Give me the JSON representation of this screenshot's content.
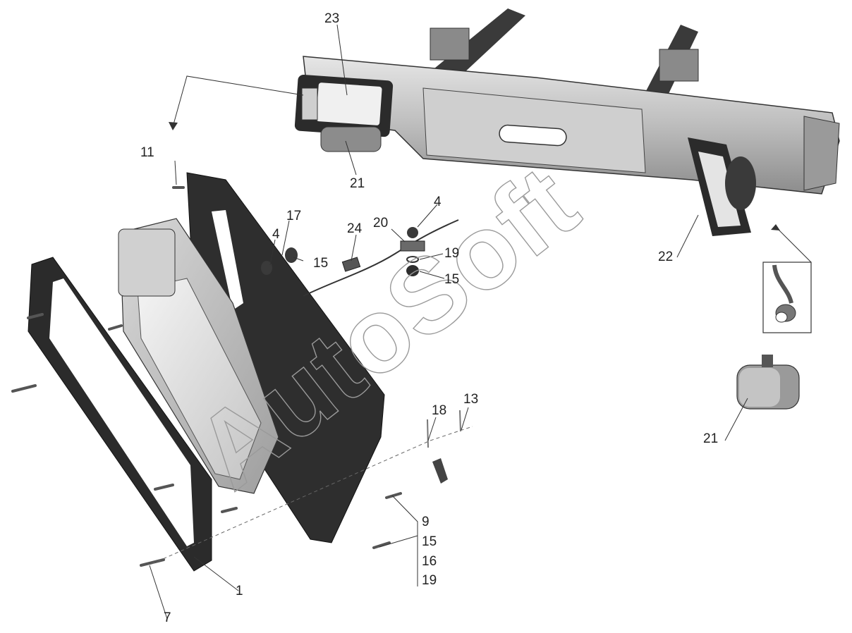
{
  "watermark": "AutoSoft",
  "callouts": [
    "23",
    "21",
    "11",
    "17",
    "4",
    "24",
    "20",
    "4",
    "15",
    "19",
    "15",
    "22",
    "21",
    "18",
    "13",
    "9",
    "15",
    "16",
    "19",
    "1",
    "7"
  ],
  "colors": {
    "part_dark": "#2b2b2b",
    "part_mid": "#7d7d7d",
    "part_light": "#d6d6d6",
    "line": "#333333",
    "watermark": "#9a9a9a"
  }
}
